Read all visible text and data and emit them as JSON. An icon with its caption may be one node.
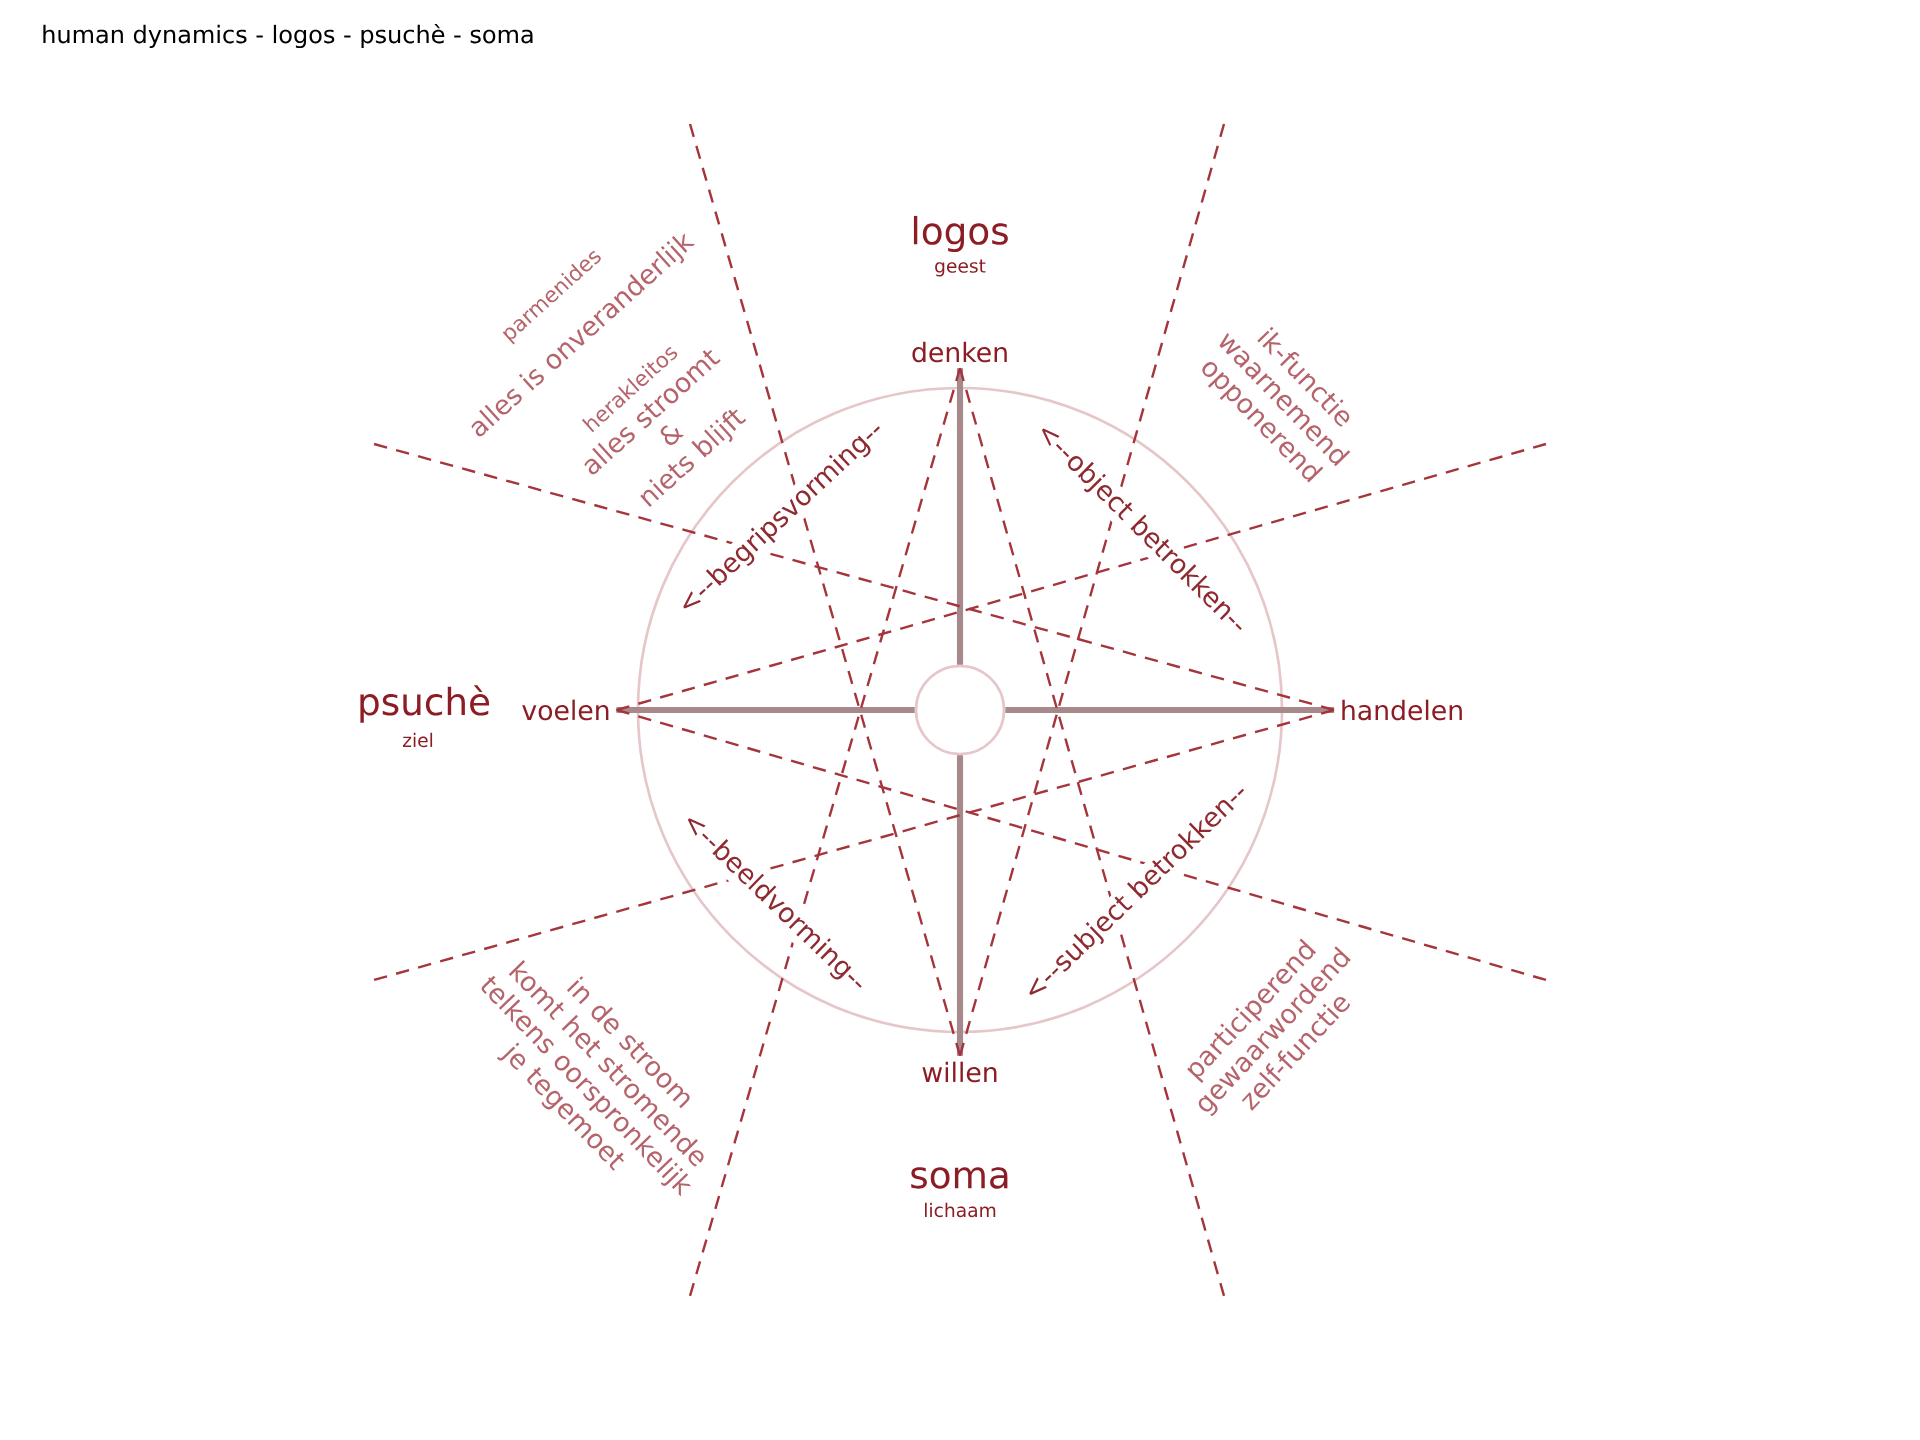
{
  "diagram": {
    "title": "human dynamics - logos - psuchè - soma",
    "nodes": [
      {
        "text": [],
        "shape": "circle"
      },
      {
        "text": [],
        "shape": "circle",
        "in": 0
      },
      {
        "text": [
          "denken"
        ]
      },
      {
        "text": [
          "handelen"
        ]
      },
      {
        "text": [
          "willen"
        ]
      },
      {
        "text": [
          "voelen"
        ]
      }
    ],
    "edges": [
      {
        "from": 1,
        "to": 2,
        "arrow": "none",
        "style": "thick",
        "color": "#a8898b"
      },
      {
        "from": 1,
        "to": 3,
        "arrow": "none",
        "style": "thick",
        "color": "#a8898b"
      },
      {
        "from": 1,
        "to": 4,
        "arrow": "none",
        "style": "thick",
        "color": "#a8898b"
      },
      {
        "from": 1,
        "to": 5,
        "arrow": "none",
        "style": "thick",
        "color": "#a8898b"
      },
      {
        "from": 2,
        "to": null,
        "arrow": "none",
        "style": "dashed"
      },
      {
        "from": 2,
        "to": null,
        "arrow": "none",
        "style": "dashed"
      },
      {
        "from": 3,
        "to": null,
        "arrow": "none",
        "style": "dashed"
      },
      {
        "from": 3,
        "to": null,
        "arrow": "none",
        "style": "dashed"
      },
      {
        "from": 4,
        "to": null,
        "arrow": "none",
        "style": "dashed"
      },
      {
        "from": 4,
        "to": null,
        "arrow": "none",
        "style": "dashed"
      },
      {
        "from": 5,
        "to": null,
        "arrow": "none",
        "style": "dashed"
      },
      {
        "from": 5,
        "to": null,
        "arrow": "none",
        "style": "dashed"
      }
    ],
    "labels": [
      "logos",
      "geest",
      "parmenides",
      "alles is onveranderlijk",
      "herakleitos",
      "alles stroomt & niets blijft",
      "ik-functie waarnemend opponerend",
      "<--begripsvorming--",
      "<--object betrokken--",
      "psuchè",
      "ziel",
      "<--beeldvorming--",
      "<--subject betrokken--",
      "in de stroom komt het stromende telkens oorspronkelijk je tegemoet",
      "participerend gewaarwordend zelf-functie",
      "soma",
      "lichaam"
    ]
  }
}
